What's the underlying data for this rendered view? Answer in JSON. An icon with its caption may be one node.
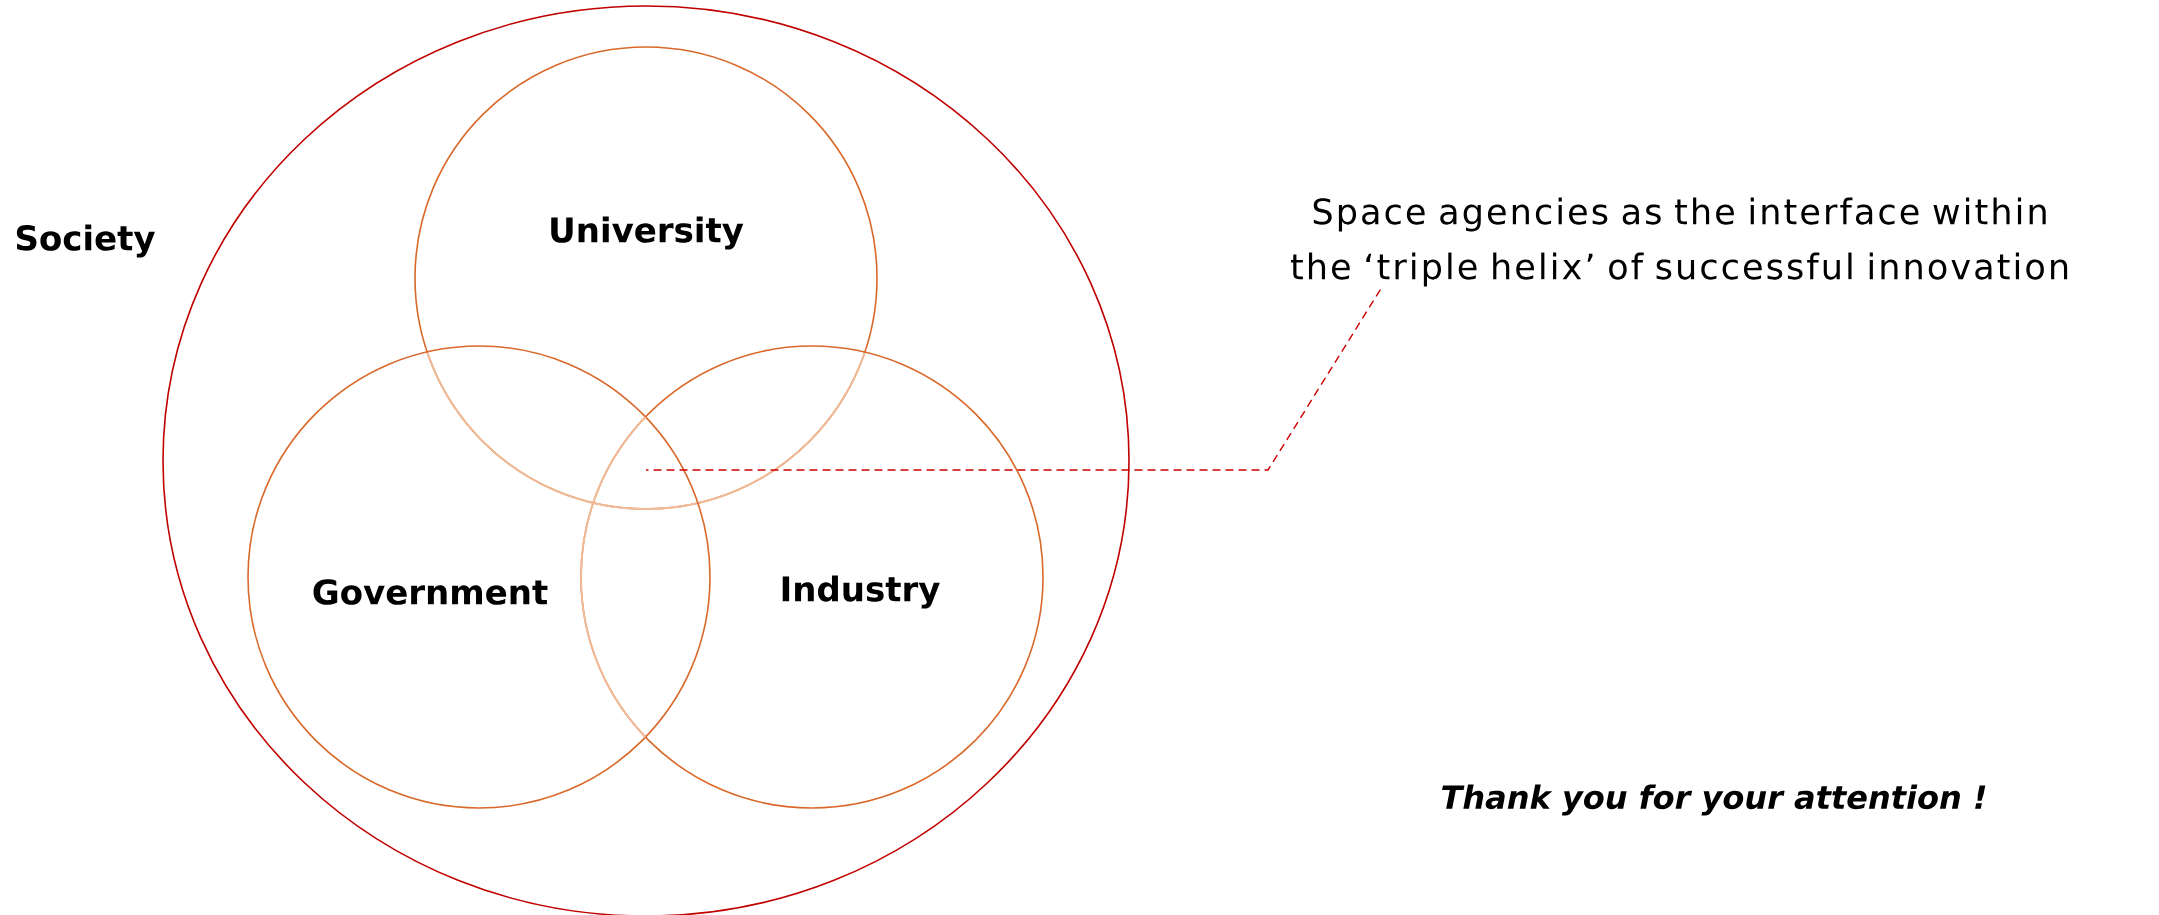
{
  "diagram": {
    "nodes": [
      {
        "text": [
          "Society"
        ]
      },
      {
        "text": [
          "University"
        ],
        "in": 0
      },
      {
        "text": [
          "Government"
        ],
        "in": 0
      },
      {
        "text": [
          "Industry"
        ],
        "in": 0
      },
      {
        "text": [
          "Space agencies as the interface within the ‘triple helix’ of successful innovation"
        ]
      }
    ],
    "edges": [
      {
        "from": 4,
        "to": 1,
        "arrow": "none",
        "style": "dashed",
        "color": "#cc0000"
      }
    ],
    "labels": [
      "Thank you for your attention !"
    ]
  }
}
